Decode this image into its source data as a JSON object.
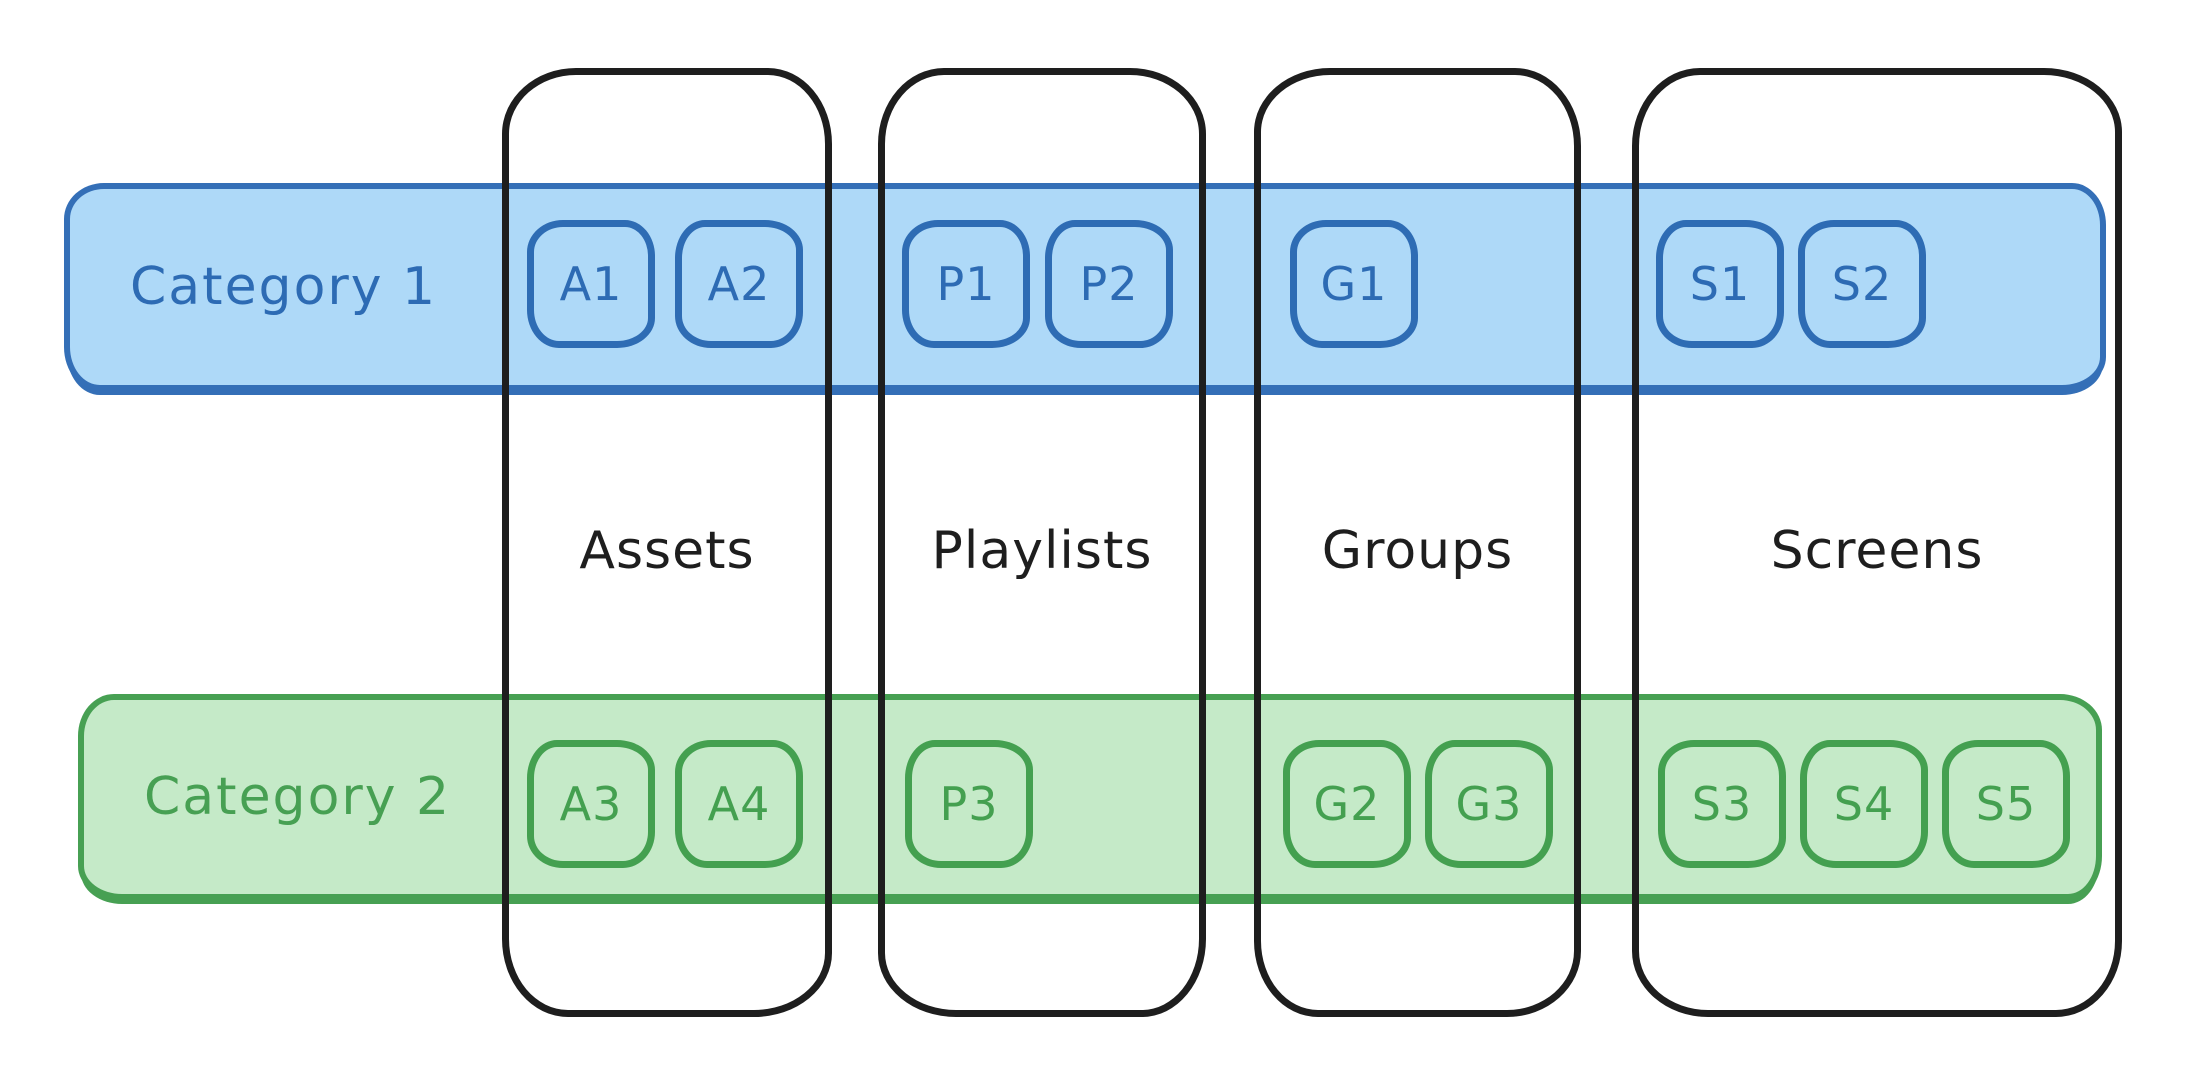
{
  "diagram": {
    "background": "#ffffff",
    "style": "hand-drawn sketch (excalidraw-like)"
  },
  "colors": {
    "column_stroke": "#1e1e1e",
    "category1_stroke": "#346fb7",
    "category1_fill": "#aed9f8",
    "category1_text": "#2d6bb4",
    "category2_stroke": "#47a053",
    "category2_fill": "#c5eac8",
    "category2_text": "#44a050"
  },
  "columns": [
    {
      "id": "assets",
      "label": "Assets"
    },
    {
      "id": "playlists",
      "label": "Playlists"
    },
    {
      "id": "groups",
      "label": "Groups"
    },
    {
      "id": "screens",
      "label": "Screens"
    }
  ],
  "rows": [
    {
      "id": "category1",
      "label": "Category 1",
      "stroke": "#346fb7",
      "fill": "#aed9f8"
    },
    {
      "id": "category2",
      "label": "Category 2",
      "stroke": "#47a053",
      "fill": "#c5eac8"
    }
  ],
  "nodes": [
    {
      "id": "a1",
      "label": "A1",
      "row": "category1",
      "column": "assets"
    },
    {
      "id": "a2",
      "label": "A2",
      "row": "category1",
      "column": "assets"
    },
    {
      "id": "p1",
      "label": "P1",
      "row": "category1",
      "column": "playlists"
    },
    {
      "id": "p2",
      "label": "P2",
      "row": "category1",
      "column": "playlists"
    },
    {
      "id": "g1",
      "label": "G1",
      "row": "category1",
      "column": "groups"
    },
    {
      "id": "s1",
      "label": "S1",
      "row": "category1",
      "column": "screens"
    },
    {
      "id": "s2",
      "label": "S2",
      "row": "category1",
      "column": "screens"
    },
    {
      "id": "a3",
      "label": "A3",
      "row": "category2",
      "column": "assets"
    },
    {
      "id": "a4",
      "label": "A4",
      "row": "category2",
      "column": "assets"
    },
    {
      "id": "p3",
      "label": "P3",
      "row": "category2",
      "column": "playlists"
    },
    {
      "id": "g2",
      "label": "G2",
      "row": "category2",
      "column": "groups"
    },
    {
      "id": "g3",
      "label": "G3",
      "row": "category2",
      "column": "groups"
    },
    {
      "id": "s3",
      "label": "S3",
      "row": "category2",
      "column": "screens"
    },
    {
      "id": "s4",
      "label": "S4",
      "row": "category2",
      "column": "screens"
    },
    {
      "id": "s5",
      "label": "S5",
      "row": "category2",
      "column": "screens"
    }
  ]
}
